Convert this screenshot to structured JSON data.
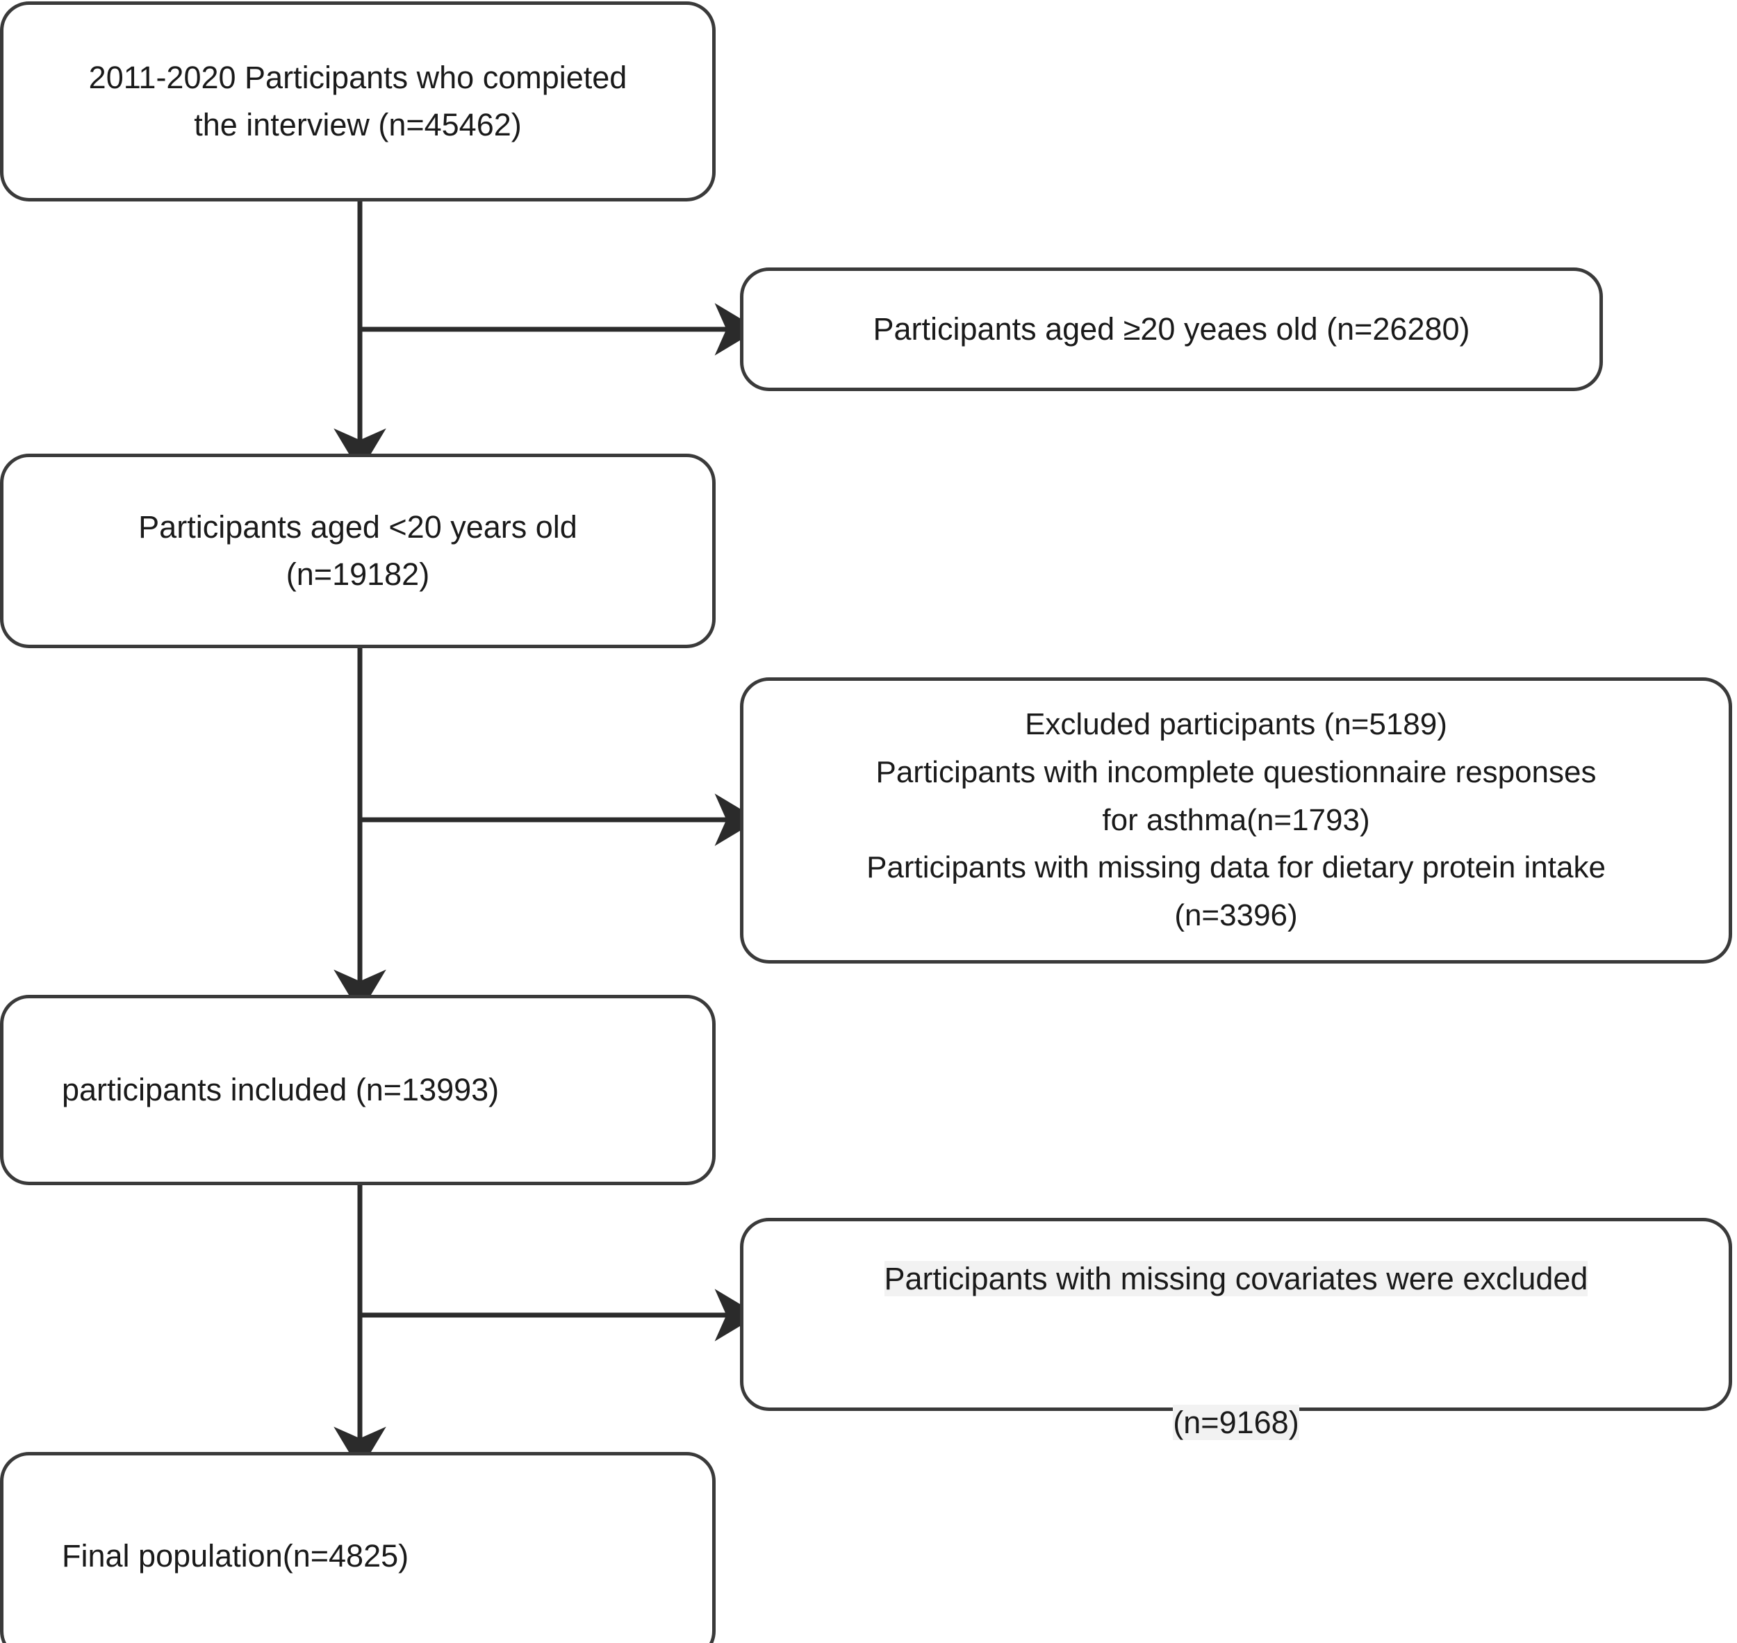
{
  "diagram": {
    "type": "flowchart",
    "title": "Participant selection flow diagram",
    "orientation": "vertical",
    "colors": {
      "box_border": "#3a3a3a",
      "box_fill": "#ffffff",
      "connector": "#2b2b2b",
      "text": "#1a1a1a",
      "highlight": "#f2f2f2"
    },
    "nodes": [
      {
        "id": "n1",
        "name": "completed-interview",
        "text": "2011-2020 Participants who compieted\nthe interview (n=45462)",
        "n": 45462
      },
      {
        "id": "n2",
        "name": "excluded-age-20-or-older",
        "text": "Participants aged ≥20 yeaes old (n=26280)",
        "n": 26280
      },
      {
        "id": "n3",
        "name": "aged-under-20",
        "text": "Participants aged <20 years old\n(n=19182)",
        "n": 19182
      },
      {
        "id": "n4",
        "name": "excluded-participants",
        "text": "Excluded participants (n=5189)\nParticipants with incomplete questionnaire responses\nfor asthma(n=1793)\nParticipants with missing data for dietary protein intake\n(n=3396)",
        "n": 5189,
        "sub_counts": [
          1793,
          3396
        ]
      },
      {
        "id": "n5",
        "name": "participants-included",
        "text": "participants included (n=13993)",
        "n": 13993
      },
      {
        "id": "n6",
        "name": "excluded-missing-covariates",
        "line1": "Participants with missing covariates were excluded",
        "line2": "(n=9168)",
        "n": 9168
      },
      {
        "id": "n7",
        "name": "final-population",
        "text": "Final population(n=4825)",
        "n": 4825
      }
    ],
    "edges": [
      {
        "from": "n1",
        "to": "n3",
        "direction": "down"
      },
      {
        "from": "n1",
        "to": "n2",
        "direction": "right"
      },
      {
        "from": "n3",
        "to": "n5",
        "direction": "down"
      },
      {
        "from": "n3",
        "to": "n4",
        "direction": "right"
      },
      {
        "from": "n5",
        "to": "n7",
        "direction": "down"
      },
      {
        "from": "n5",
        "to": "n6",
        "direction": "right"
      }
    ]
  }
}
